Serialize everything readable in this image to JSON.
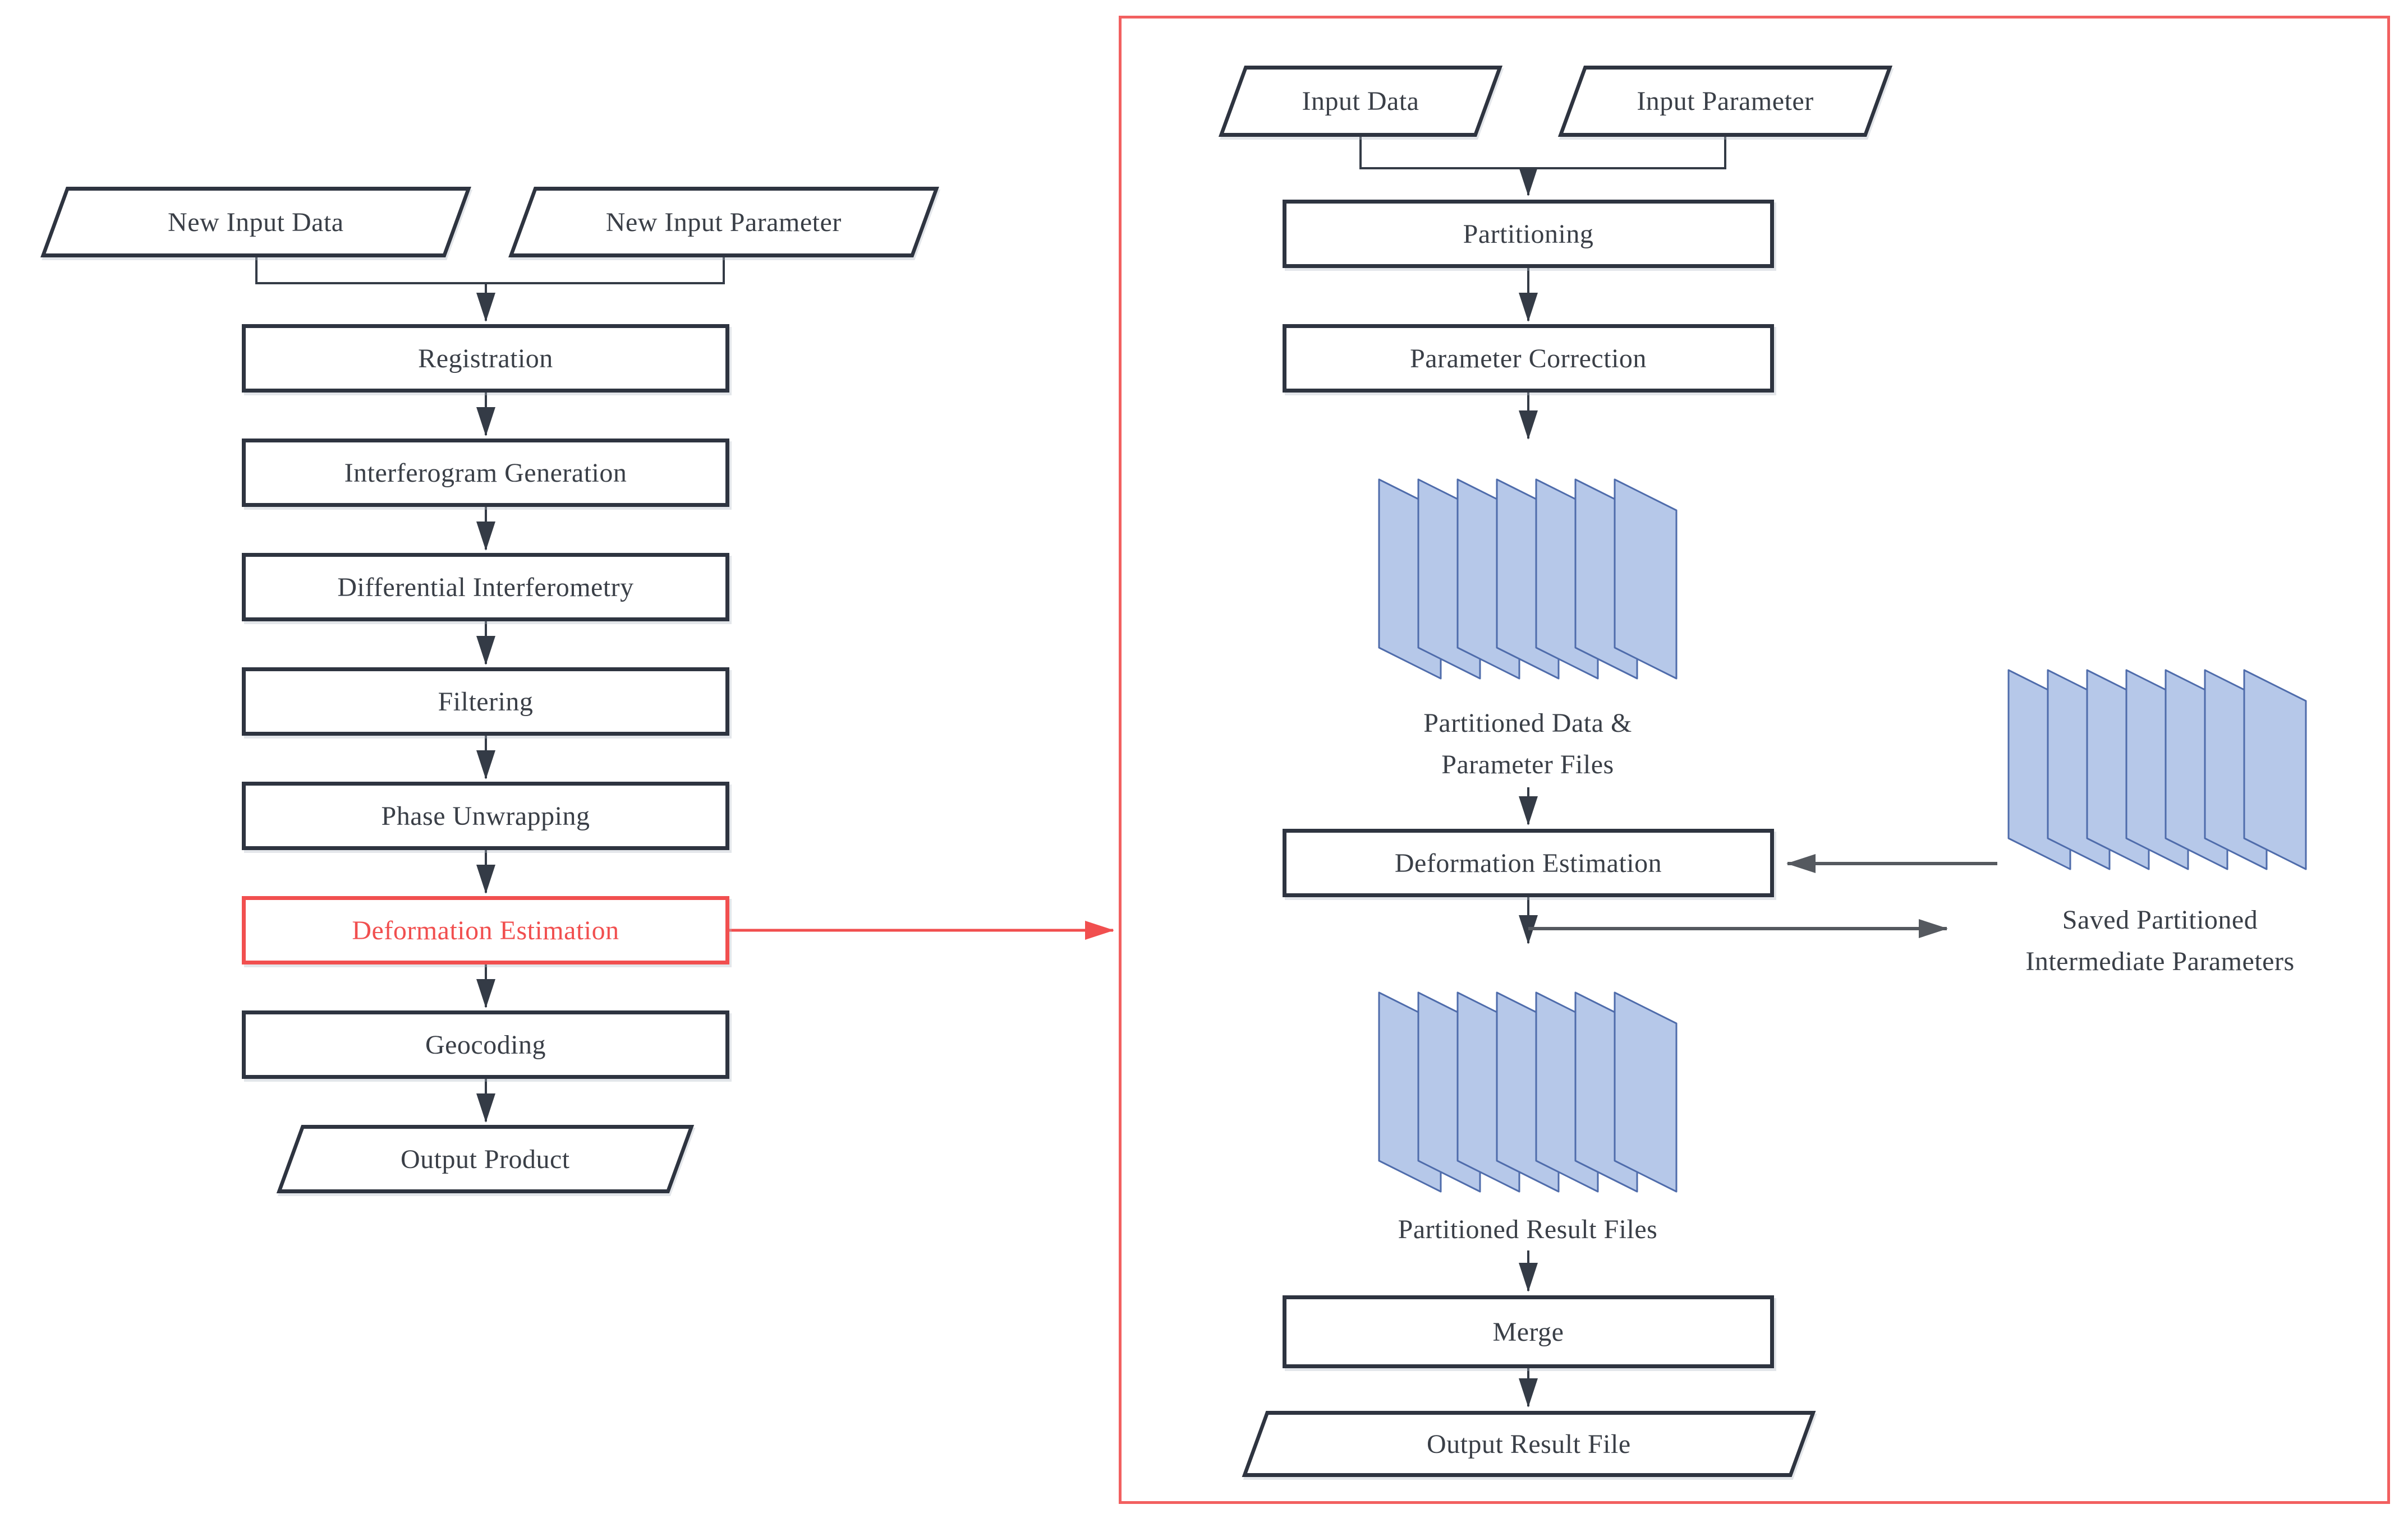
{
  "colors": {
    "node_border": "#2e3440",
    "node_text": "#3a3f47",
    "accent_red": "#f14f4f",
    "frame_red": "#f26060",
    "sheet_fill": "#b6c8e9",
    "sheet_stroke": "#4f6cab",
    "connector_dark": "#343b46",
    "connector_gray": "#55595f"
  },
  "left_flow": {
    "inputs": [
      {
        "label": "New Input Data"
      },
      {
        "label": "New Input Parameter"
      }
    ],
    "steps": [
      {
        "label": "Registration",
        "highlighted": false
      },
      {
        "label": "Interferogram Generation",
        "highlighted": false
      },
      {
        "label": "Differential Interferometry",
        "highlighted": false
      },
      {
        "label": "Filtering",
        "highlighted": false
      },
      {
        "label": "Phase Unwrapping",
        "highlighted": false
      },
      {
        "label": "Deformation Estimation",
        "highlighted": true
      },
      {
        "label": "Geocoding",
        "highlighted": false
      }
    ],
    "output": {
      "label": "Output Product"
    }
  },
  "detail_panel": {
    "inputs": [
      {
        "label": "Input Data"
      },
      {
        "label": "Input Parameter"
      }
    ],
    "steps": {
      "partitioning": "Partitioning",
      "parameter_correction": "Parameter Correction",
      "deformation_estimation": "Deformation Estimation",
      "merge": "Merge"
    },
    "stacks": {
      "partitioned_data": {
        "label": "Partitioned Data &\nParameter Files",
        "icon": "layered-files-icon",
        "sheet_count": 7
      },
      "saved_params": {
        "label": "Saved Partitioned\nIntermediate Parameters",
        "icon": "layered-files-icon",
        "sheet_count": 7
      },
      "partitioned_results": {
        "label": "Partitioned Result Files",
        "icon": "layered-files-icon",
        "sheet_count": 7
      }
    },
    "output": {
      "label": "Output Result File"
    }
  }
}
